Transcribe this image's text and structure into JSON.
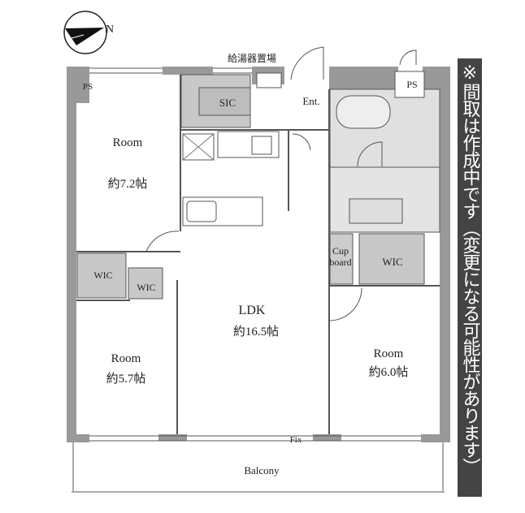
{
  "compass": {
    "label": "N"
  },
  "labels": {
    "water_heater": "給湯器置場",
    "ps_left": "PS",
    "ps_right": "PS",
    "sic": "SIC",
    "entrance": "Ent.",
    "room1_name": "Room",
    "room1_size": "約7.2帖",
    "wic_left": "WIC",
    "wic_mid": "WIC",
    "room2_name": "Room",
    "room2_size": "約5.7帖",
    "ldk_name": "LDK",
    "ldk_size": "約16.5帖",
    "cupboard_1": "Cup",
    "cupboard_2": "board",
    "wic_right": "WIC",
    "room3_name": "Room",
    "room3_size": "約6.0帖",
    "fix": "Fix",
    "balcony": "Balcony"
  },
  "notice": "※間取は作成中です（変更になる可能性があります）",
  "colors": {
    "wall": "#999999",
    "storage": "#c8c8c8",
    "wet": "#e0e0e0",
    "notice_bg": "#444444"
  }
}
